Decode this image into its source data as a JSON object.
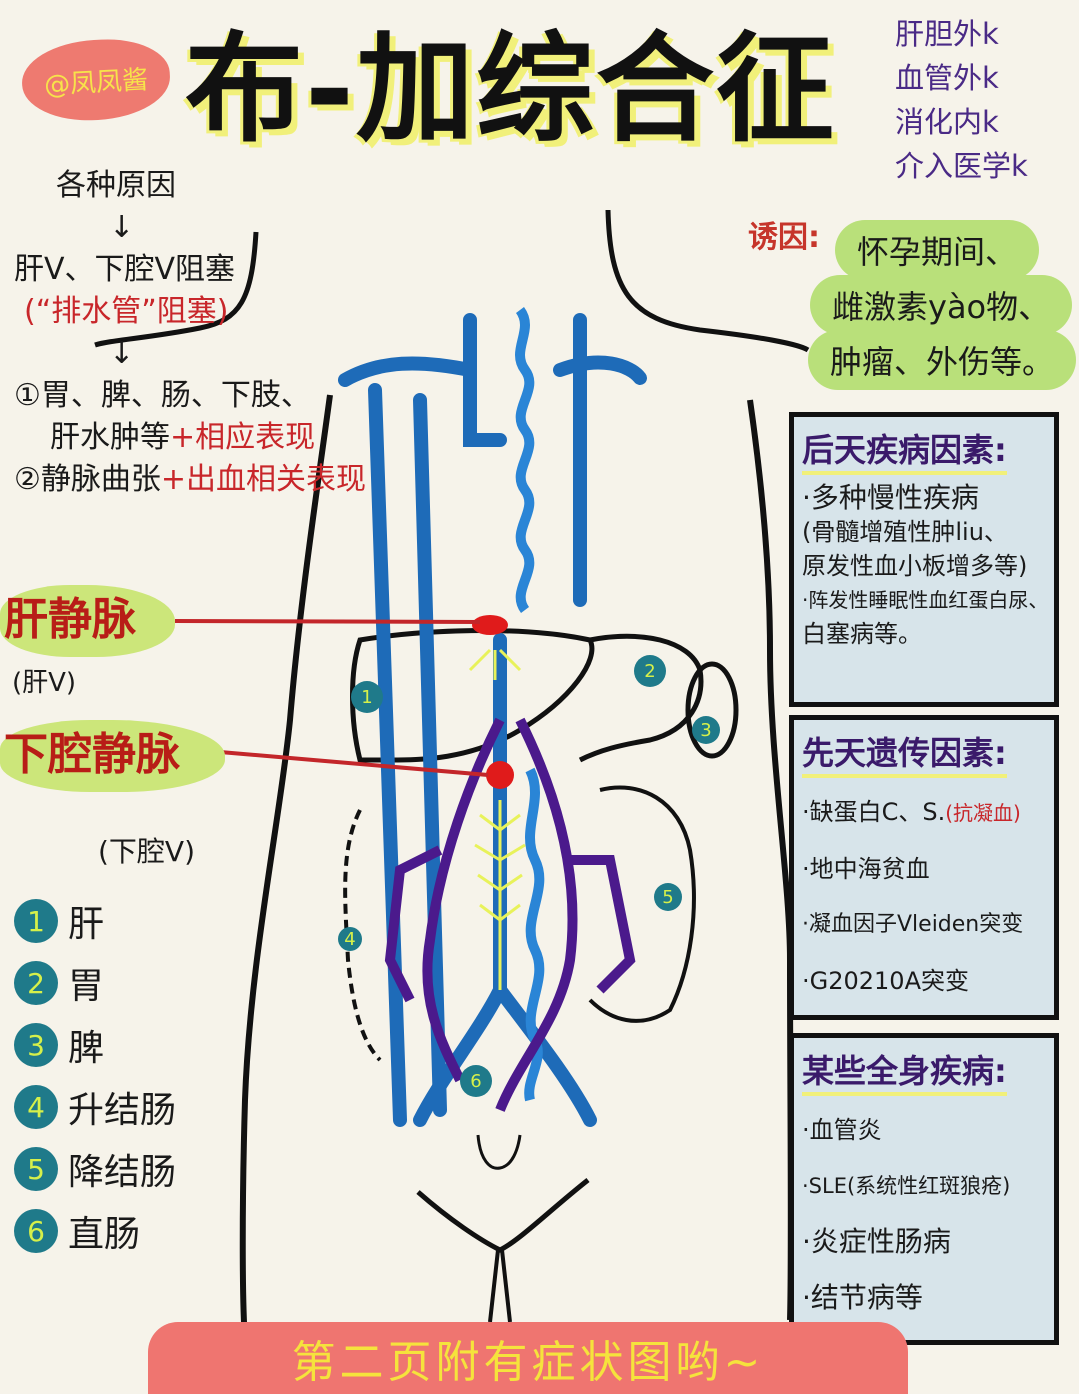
{
  "handle": "@凤凤酱",
  "title": "布-加综合征",
  "departments": [
    "肝胆外k",
    "血管外k",
    "消化内k",
    "介入医学k"
  ],
  "pathogenesis": {
    "cause": "各种原因",
    "arrow1": "↓",
    "obstruction": "肝V、下腔V阻塞",
    "analogy": "(“排水管”阻塞)",
    "arrow2": "↓",
    "manifestation1_prefix": "①胃、脾、肠、下肢、",
    "manifestation1_line2": "肝水肿等",
    "manifestation1_suffix": "+相应表现",
    "manifestation2_prefix": "②静脉曲张",
    "manifestation2_suffix": "+出血相关表现"
  },
  "callouts": {
    "hepatic_vein": "肝静脉",
    "hepatic_vein_sub": "(肝V)",
    "ivc": "下腔静脉",
    "ivc_sub": "(下腔V)"
  },
  "legend": [
    {
      "num": "1",
      "label": "肝"
    },
    {
      "num": "2",
      "label": "胃"
    },
    {
      "num": "3",
      "label": "脾"
    },
    {
      "num": "4",
      "label": "升结肠"
    },
    {
      "num": "5",
      "label": "降结肠"
    },
    {
      "num": "6",
      "label": "直肠"
    }
  ],
  "triggers": {
    "label": "诱因:",
    "items": [
      "怀孕期间、",
      "雌激素yào物、",
      "肿瘤、外伤等。"
    ]
  },
  "boxes": {
    "acquired": {
      "title": "后天疾病因素:",
      "items": [
        "·多种慢性疾病",
        "(骨髓增殖性肿liu、",
        "原发性血小板增多等)",
        "·阵发性睡眠性血红蛋白尿、",
        "白塞病等。"
      ]
    },
    "congenital": {
      "title": "先天遗传因素:",
      "items": [
        "·缺蛋白C、S.",
        "·地中海贫血",
        "·凝血因子Vleiden突变",
        "·G20210A突变"
      ],
      "note": "(抗凝血)"
    },
    "systemic": {
      "title": "某些全身疾病:",
      "items": [
        "·血管炎",
        "·SLE(系统性红斑狼疮)",
        "·炎症性肠病",
        "·结节病等"
      ]
    }
  },
  "diagram_numbers": [
    "1",
    "2",
    "3",
    "4",
    "5",
    "6"
  ],
  "footer": "第二页附有症状图哟~",
  "colors": {
    "vein_blue": "#1e6bb8",
    "purple": "#4b1a8c",
    "highlight_red": "#e01b1b",
    "yellow_arrow": "#e8f25a",
    "teal_badge": "#1f7a8a",
    "green_pill": "#b9e07a",
    "footer_red": "#ef7570"
  }
}
